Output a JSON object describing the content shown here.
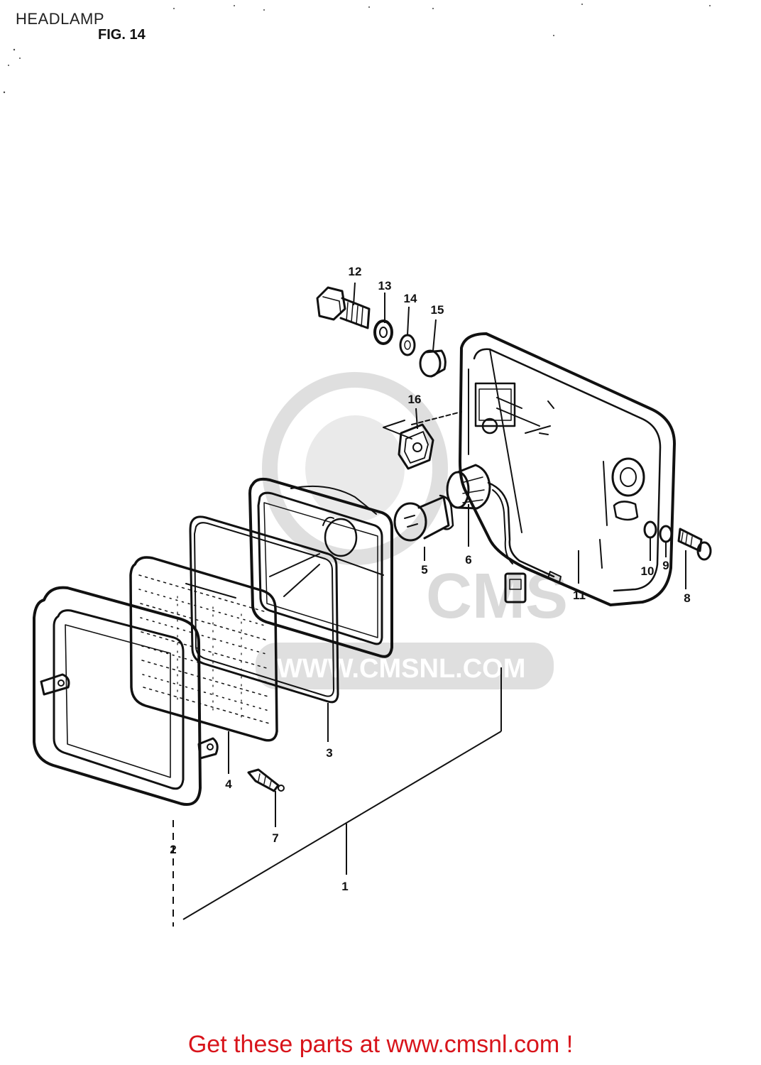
{
  "header": {
    "title": "HEADLAMP",
    "figure_label": "FIG. 14"
  },
  "watermark": {
    "logo_text": "CMS",
    "url_text": "WWW.CMSNL.COM"
  },
  "part_numbers": {
    "p1": "1",
    "p2": "2",
    "p3": "3",
    "p4": "4",
    "p5": "5",
    "p6": "6",
    "p7": "7",
    "p8": "8",
    "p9": "9",
    "p10": "10",
    "p11": "11",
    "p12": "12",
    "p13": "13",
    "p14": "14",
    "p15": "15",
    "p16": "16"
  },
  "footer": {
    "link_text": "Get these parts at www.cmsnl.com !",
    "color": "#d8141b"
  }
}
